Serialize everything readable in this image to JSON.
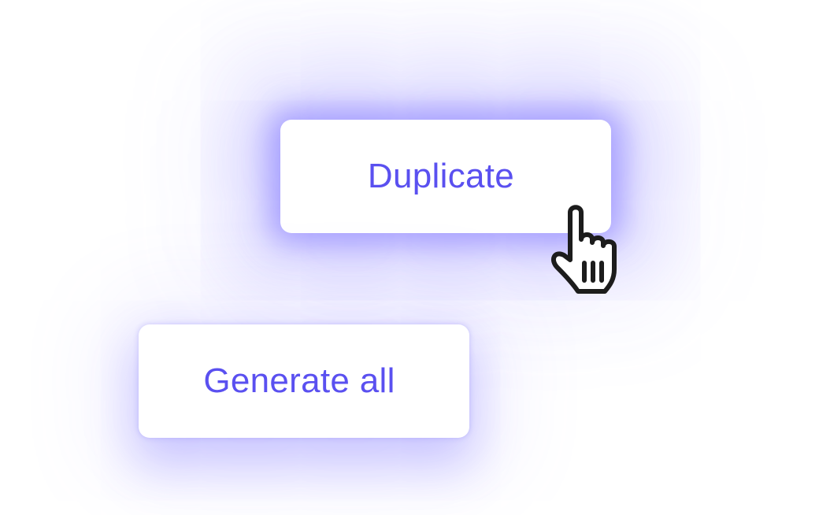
{
  "buttons": {
    "duplicate_label": "Duplicate",
    "generate_all_label": "Generate all"
  },
  "colors": {
    "label": "#5a50f0",
    "glow": "#7166ff",
    "button_bg": "#ffffff",
    "cursor_fill": "#ffffff",
    "cursor_outline": "#1c1c1c"
  },
  "cursor": {
    "icon": "hand-pointer-icon",
    "state": "hovering duplicate button"
  }
}
